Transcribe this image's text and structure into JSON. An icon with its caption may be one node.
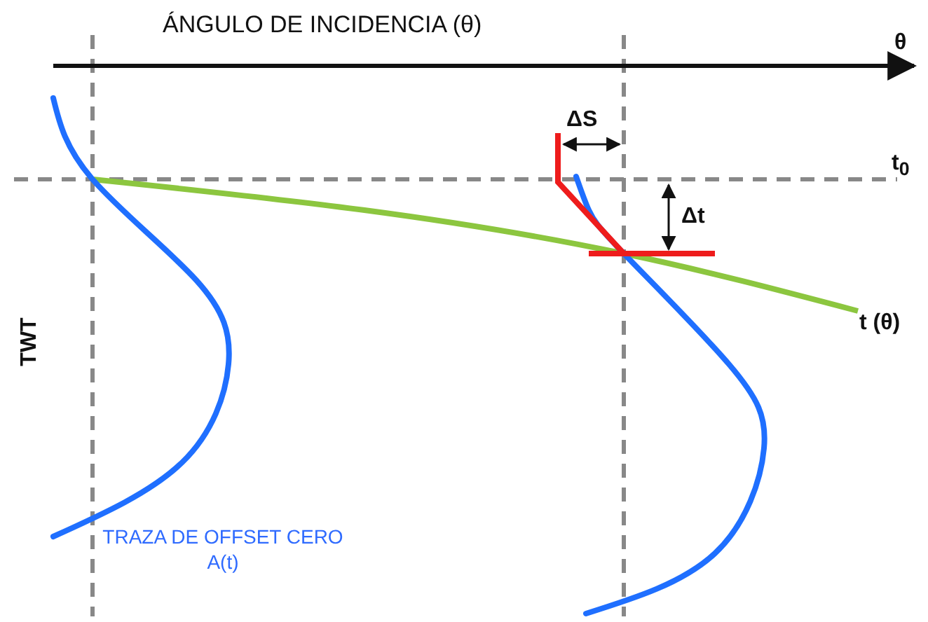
{
  "diagram": {
    "labels": [
      "ÁNGULO DE INCIDENCIA (θ)",
      "θ",
      "ΔS",
      "t$_{0}$",
      "Δt",
      "t (θ)",
      "TWT",
      "TRAZA DE OFFSET CERO A(t)"
    ]
  }
}
